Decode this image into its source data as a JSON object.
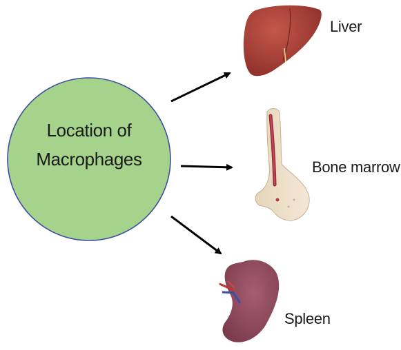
{
  "center": {
    "line1": "Location of",
    "line2": "Macrophages",
    "fill": "#a6d38b",
    "stroke": "#3d4fa3"
  },
  "organs": [
    {
      "label": "Liver",
      "icon": "liver-icon"
    },
    {
      "label": "Bone marrow",
      "icon": "bone-marrow-icon"
    },
    {
      "label": "Spleen",
      "icon": "spleen-icon"
    }
  ],
  "colors": {
    "arrow": "#000000",
    "liver": "#9c3a32",
    "bone": "#eadbc4",
    "marrow": "#9a2a3a",
    "spleen": "#8d4a5c"
  }
}
